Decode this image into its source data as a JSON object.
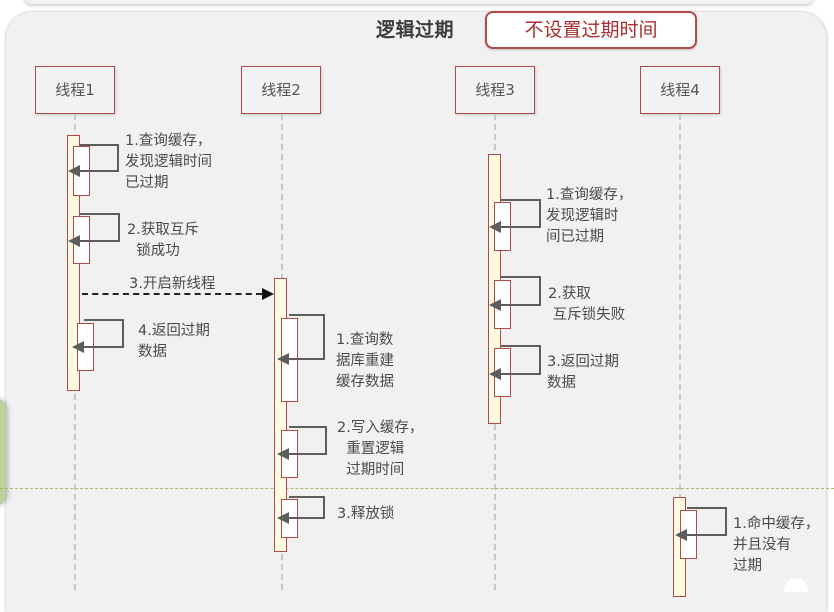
{
  "header": {
    "title": "逻辑过期",
    "badge": "不设置过期时间"
  },
  "actors": [
    {
      "label": "线程1"
    },
    {
      "label": "线程2"
    },
    {
      "label": "线程3"
    },
    {
      "label": "线程4"
    }
  ],
  "messages": {
    "thread1": [
      "1.查询缓存，\n发现逻辑时间\n已过期",
      "2.获取互斥\n  锁成功",
      "4.返回过期\n数据"
    ],
    "cross": "3.开启新线程",
    "thread2": [
      "1.查询数\n据库重建\n缓存数据",
      "2.写入缓存，\n  重置逻辑\n  过期时间",
      "3.释放锁"
    ],
    "thread3": [
      "1.查询缓存，\n发现逻辑时\n间已过期",
      "2.获取\n 互斥锁失败",
      "3.返回过期\n数据"
    ],
    "thread4": [
      "1.命中缓存，\n并且没有\n过期"
    ]
  },
  "colors": {
    "actor_border": "#b04a4a",
    "badge_text": "#a82f2f",
    "activation_fill": "#fffbe0",
    "divider": "#a9b86a"
  }
}
